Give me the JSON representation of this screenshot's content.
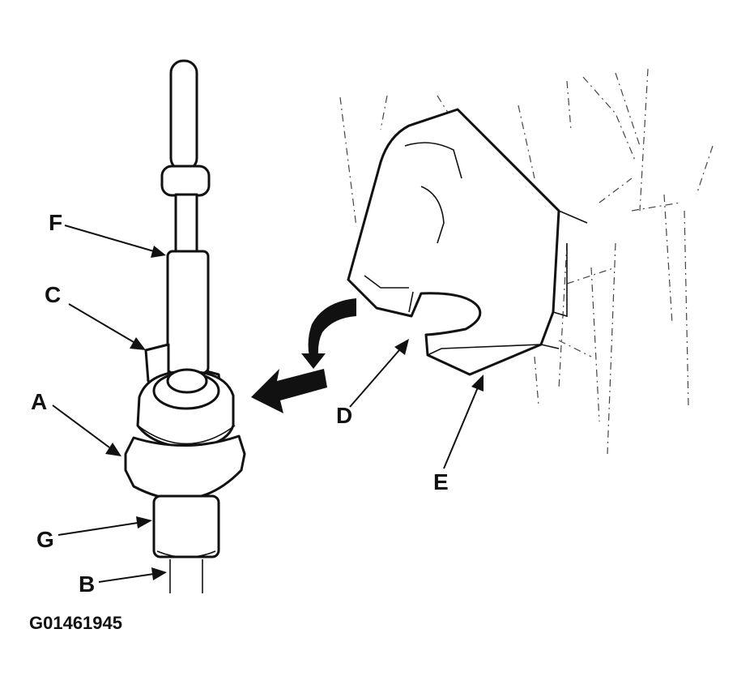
{
  "diagram": {
    "labels": {
      "A": "A",
      "B": "B",
      "C": "C",
      "D": "D",
      "E": "E",
      "F": "F",
      "G": "G"
    },
    "figure_id": "G01461945"
  },
  "colors": {
    "ink": "#111111",
    "background": "#ffffff"
  }
}
